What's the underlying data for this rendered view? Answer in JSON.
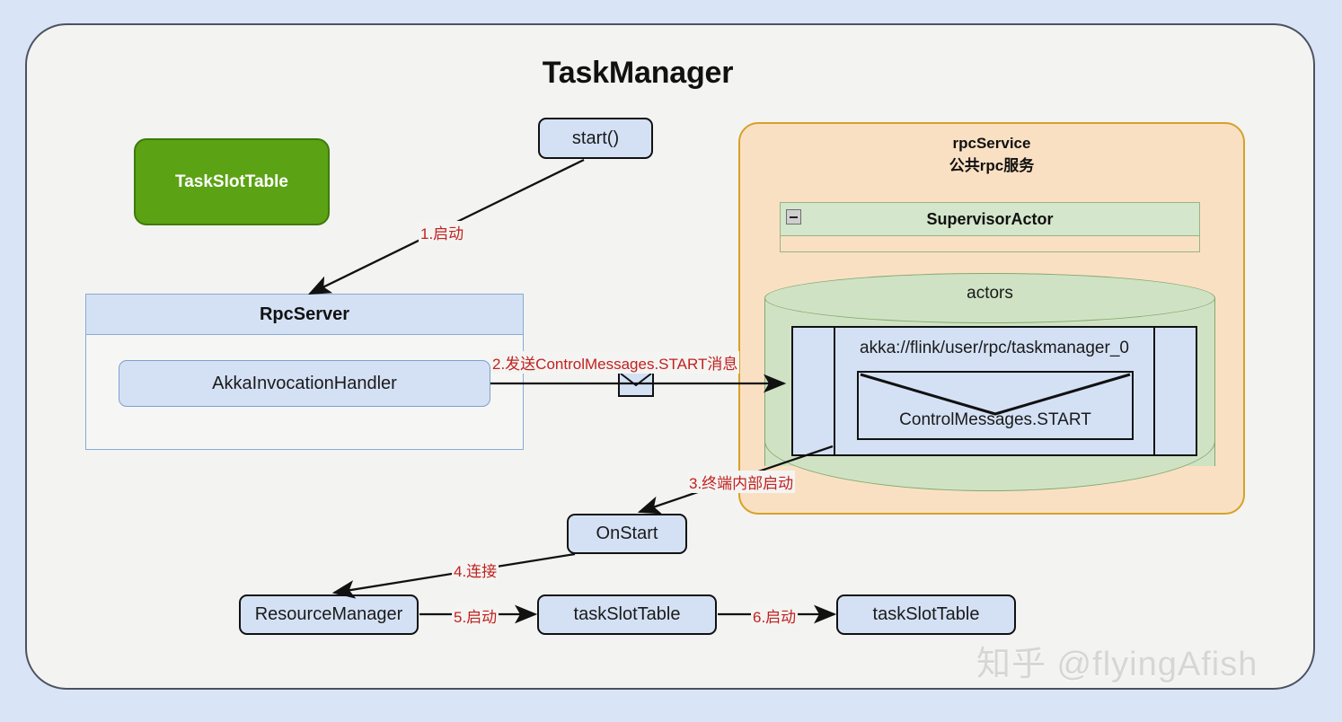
{
  "diagram": {
    "title": "TaskManager",
    "background_color": "#d9e4f7",
    "card_color": "#f3f3f1",
    "accent_red": "#c0221f",
    "accent_orange": "#d6a127",
    "accent_green": "#5ba214"
  },
  "nodes": {
    "task_slot_table_green": "TaskSlotTable",
    "start": "start()",
    "rpc_server": "RpcServer",
    "akka_invocation_handler": "AkkaInvocationHandler",
    "on_start": "OnStart",
    "resource_manager": "ResourceManager",
    "task_slot_table_mid": "taskSlotTable",
    "task_slot_table_right": "taskSlotTable"
  },
  "rpc_service": {
    "title_line1": "rpcService",
    "title_line2": "公共rpc服务",
    "supervisor_actor": "SupervisorActor",
    "collapse_icon": "minus-icon",
    "actors_label": "actors",
    "actor_path": "akka://flink/user/rpc/taskmanager_0",
    "message_label": "ControlMessages.START",
    "message_icon": "envelope-icon"
  },
  "steps": [
    {
      "id": 1,
      "label": "1.启动"
    },
    {
      "id": 2,
      "label": "2.发送ControlMessages.START消息"
    },
    {
      "id": 3,
      "label": "3.终端内部启动"
    },
    {
      "id": 4,
      "label": "4.连接"
    },
    {
      "id": 5,
      "label": "5.启动"
    },
    {
      "id": 6,
      "label": "6.启动"
    }
  ],
  "watermark": "知乎 @flyingAfish"
}
